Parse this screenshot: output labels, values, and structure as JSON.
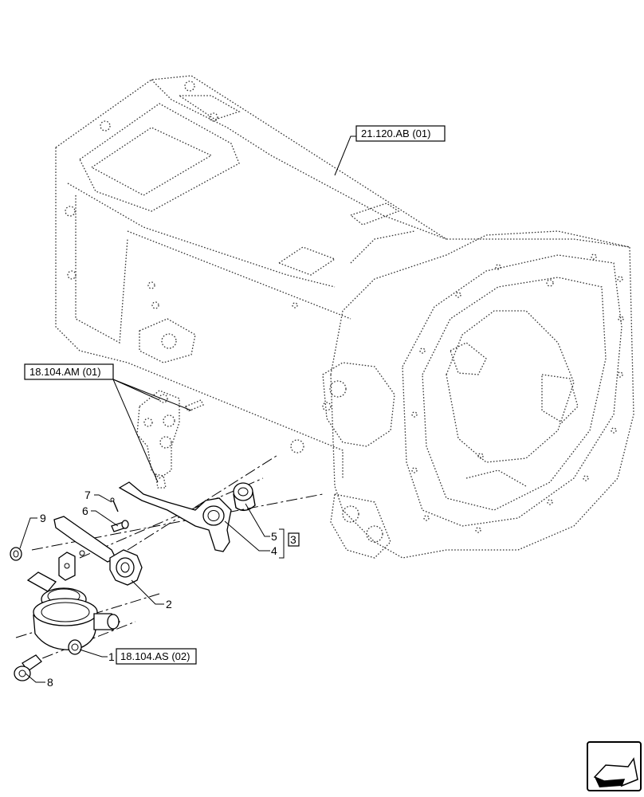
{
  "references": {
    "housing": "21.120.AB (01)",
    "valve": "18.104.AM (01)",
    "actuator": "18.104.AS (02)"
  },
  "callouts": [
    "1",
    "2",
    "3",
    "4",
    "5",
    "6",
    "7",
    "8",
    "9"
  ],
  "nav_icon": "next-page-arrow-icon"
}
